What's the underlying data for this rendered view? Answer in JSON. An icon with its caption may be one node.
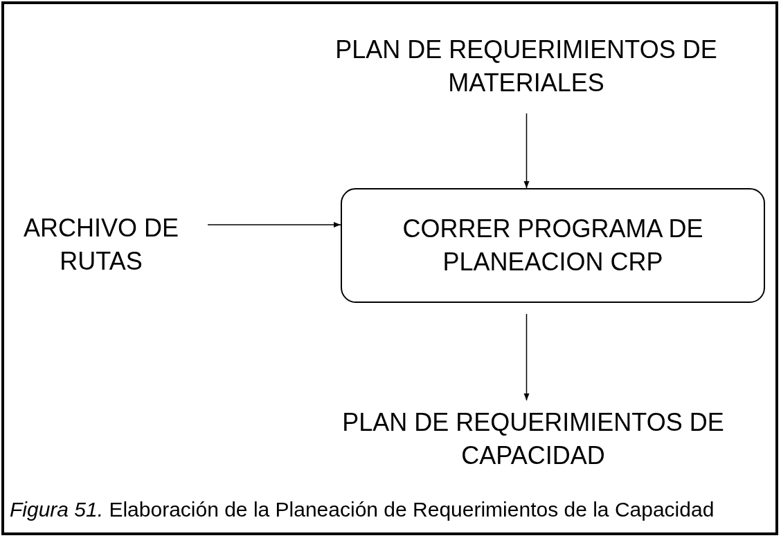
{
  "diagram": {
    "caption": "*Figura 51.* Elaboración de la Planeación de Requerimientos de la Capacidad",
    "nodes": [
      {
        "text": [
          "PLAN DE REQUERIMIENTOS DE MATERIALES"
        ]
      },
      {
        "text": [
          "CORRER PROGRAMA DE PLANEACION CRP"
        ]
      },
      {
        "text": [
          "ARCHIVO DE RUTAS"
        ]
      },
      {
        "text": [
          "PLAN DE REQUERIMIENTOS DE CAPACIDAD"
        ]
      }
    ],
    "edges": [
      {
        "from": 0,
        "to": 1,
        "arrow": "to"
      },
      {
        "from": 2,
        "to": 1,
        "arrow": "to"
      },
      {
        "from": 1,
        "to": 3,
        "arrow": "to"
      }
    ]
  }
}
